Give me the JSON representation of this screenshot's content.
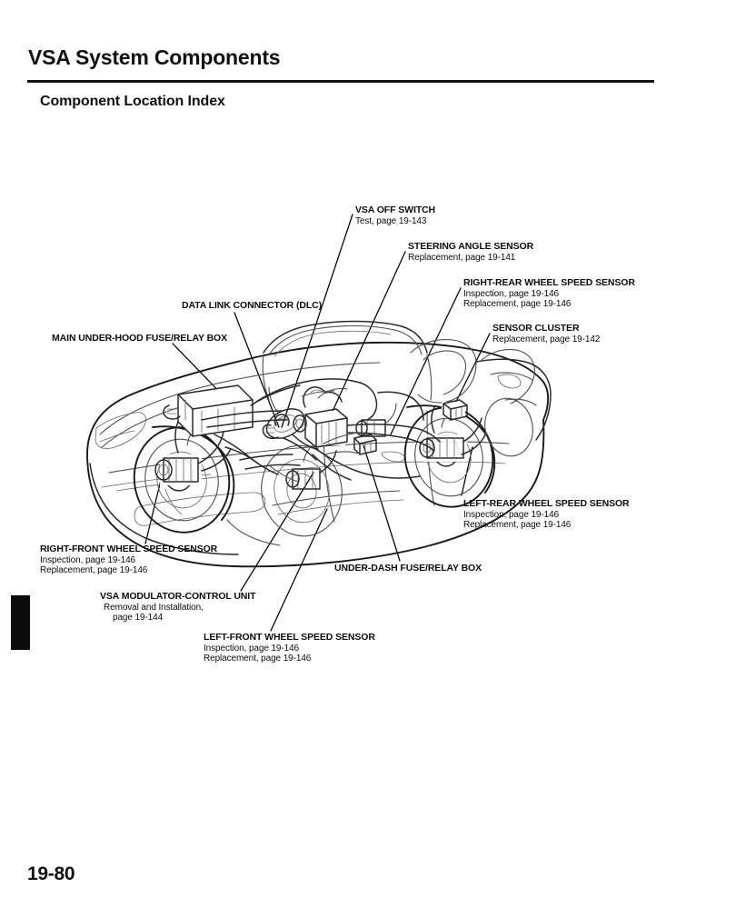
{
  "document": {
    "page_title": "VSA System Components",
    "section_title": "Component Location Index",
    "folio": "19-80"
  },
  "callouts": [
    {
      "id": "vsa-off-switch",
      "title": "VSA OFF SWITCH",
      "lines": [
        "Test, page 19-143"
      ]
    },
    {
      "id": "steering-angle-sensor",
      "title": "STEERING ANGLE SENSOR",
      "lines": [
        "Replacement, page 19-141"
      ]
    },
    {
      "id": "right-rear-wheel-speed-sensor",
      "title": "RIGHT-REAR WHEEL SPEED SENSOR",
      "lines": [
        "Inspection, page 19-146",
        "Replacement, page 19-146"
      ]
    },
    {
      "id": "sensor-cluster",
      "title": "SENSOR CLUSTER",
      "lines": [
        "Replacement, page 19-142"
      ]
    },
    {
      "id": "data-link-connector",
      "title": "DATA LINK CONNECTOR (DLC)",
      "lines": []
    },
    {
      "id": "main-under-hood-fuse-relay-box",
      "title": "MAIN UNDER-HOOD FUSE/RELAY BOX",
      "lines": []
    },
    {
      "id": "left-rear-wheel-speed-sensor",
      "title": "LEFT-REAR WHEEL SPEED SENSOR",
      "lines": [
        "Inspection, page 19-146",
        "Replacement, page 19-146"
      ]
    },
    {
      "id": "right-front-wheel-speed-sensor",
      "title": "RIGHT-FRONT WHEEL SPEED SENSOR",
      "lines": [
        "Inspection, page 19-146",
        "Replacement, page 19-146"
      ]
    },
    {
      "id": "under-dash-fuse-relay-box",
      "title": "UNDER-DASH FUSE/RELAY BOX",
      "lines": []
    },
    {
      "id": "vsa-modulator-control-unit",
      "title": "VSA MODULATOR-CONTROL UNIT",
      "lines": [
        "Removal and Installation,",
        "page 19-144"
      ]
    },
    {
      "id": "left-front-wheel-speed-sensor",
      "title": "LEFT-FRONT WHEEL SPEED SENSOR",
      "lines": [
        "Inspection, page 19-146",
        "Replacement, page 19-146"
      ]
    }
  ],
  "illustration": {
    "subject": "cutaway line drawing of a two-seat convertible roadster showing VSA brake and sensor components",
    "ink_color": "#1a1a1a",
    "body_color": "#5a5a5a"
  }
}
